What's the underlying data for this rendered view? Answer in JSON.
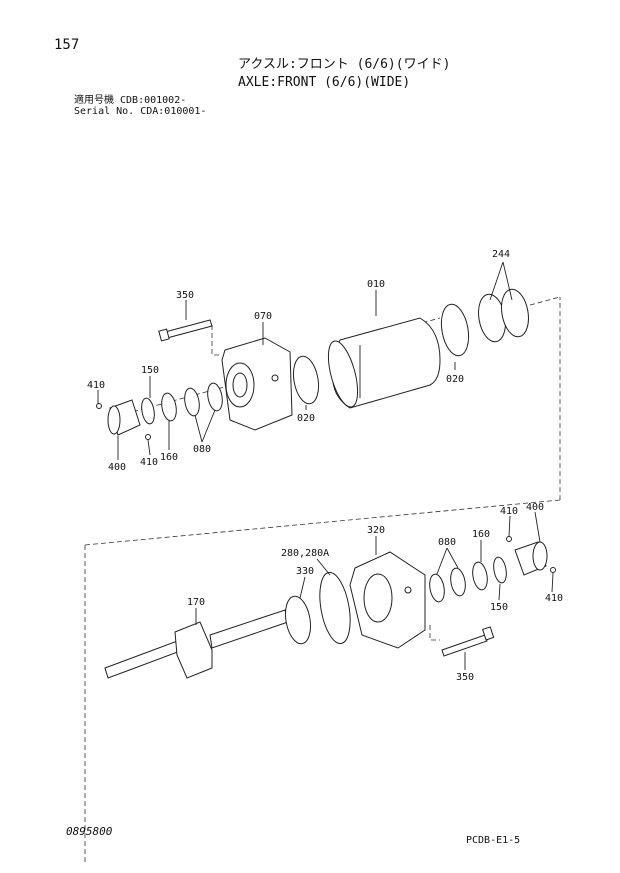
{
  "page_number": "157",
  "title_jp": "アクスル:フロント (6/6)(ワイド)",
  "title_en": "AXLE:FRONT (6/6)(WIDE)",
  "serial_line_1": "適用号機 CDB:001002-",
  "serial_line_2": "Serial No. CDA:010001-",
  "footer_left": "0895800",
  "footer_right": "PCDB-E1-5",
  "part_labels": {
    "p244": "244",
    "p350_top": "350",
    "p010": "010",
    "p070": "070",
    "p150_top": "150",
    "p410_top_left": "410",
    "p020_mid": "020",
    "p020_right": "020",
    "p160_top": "160",
    "p080_top": "080",
    "p400_top": "400",
    "p410_top_bottom": "410",
    "p320": "320",
    "p080_bottom": "080",
    "p160_bottom": "160",
    "p410_bottom_top": "410",
    "p400_bottom": "400",
    "p280": "280,280A",
    "p330": "330",
    "p170": "170",
    "p150_bottom": "150",
    "p410_bottom_right": "410",
    "p350_bottom": "350"
  }
}
